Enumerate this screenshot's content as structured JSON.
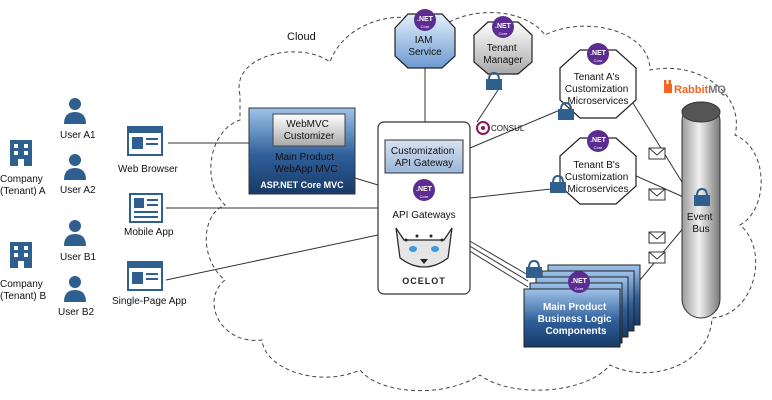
{
  "cloud": {
    "label": "Cloud"
  },
  "tenants": {
    "company_a": [
      "Company",
      "(Tenant) A"
    ],
    "company_b": [
      "Company",
      "(Tenant) B"
    ],
    "users": [
      "User A1",
      "User A2",
      "User B1",
      "User B2"
    ]
  },
  "clients": {
    "web_browser": "Web Browser",
    "mobile_app": "Mobile App",
    "spa": "Single-Page App"
  },
  "webmvc": {
    "customizer": [
      "WebMVC",
      "Customizer"
    ],
    "title": [
      "Main Product",
      "WebApp MVC"
    ],
    "logo": "ASP.NET Core MVC"
  },
  "gateway": {
    "custom_gateway": [
      "Customization",
      "API Gateway"
    ],
    "label": "API Gateways",
    "ocelot": "OCELOT"
  },
  "services": {
    "iam": [
      "IAM",
      "Service"
    ],
    "tenant_manager": [
      "Tenant",
      "Manager"
    ],
    "tenant_a": [
      "Tenant A's",
      "Customization",
      "Microservices"
    ],
    "tenant_b": [
      "Tenant B's",
      "Customization",
      "Microservices"
    ],
    "business_logic": [
      "Main Product",
      "Business Logic",
      "Components"
    ]
  },
  "bus": {
    "label": [
      "Event",
      "Bus"
    ],
    "rabbitmq_prefix": "Rabbit",
    "rabbitmq_suffix": "MQ"
  },
  "consul": "CONSUL",
  "net_badge": {
    "line1": ".NET",
    "line2": "Core"
  },
  "colors": {
    "net_purple": "#5c2d91",
    "blue_box": "#1f4e86",
    "rabbit_orange": "#f26522",
    "building": "#2f5f8f",
    "grey_octagon": "#d0d0d0",
    "blue_octagon": "#3a6ea5"
  }
}
